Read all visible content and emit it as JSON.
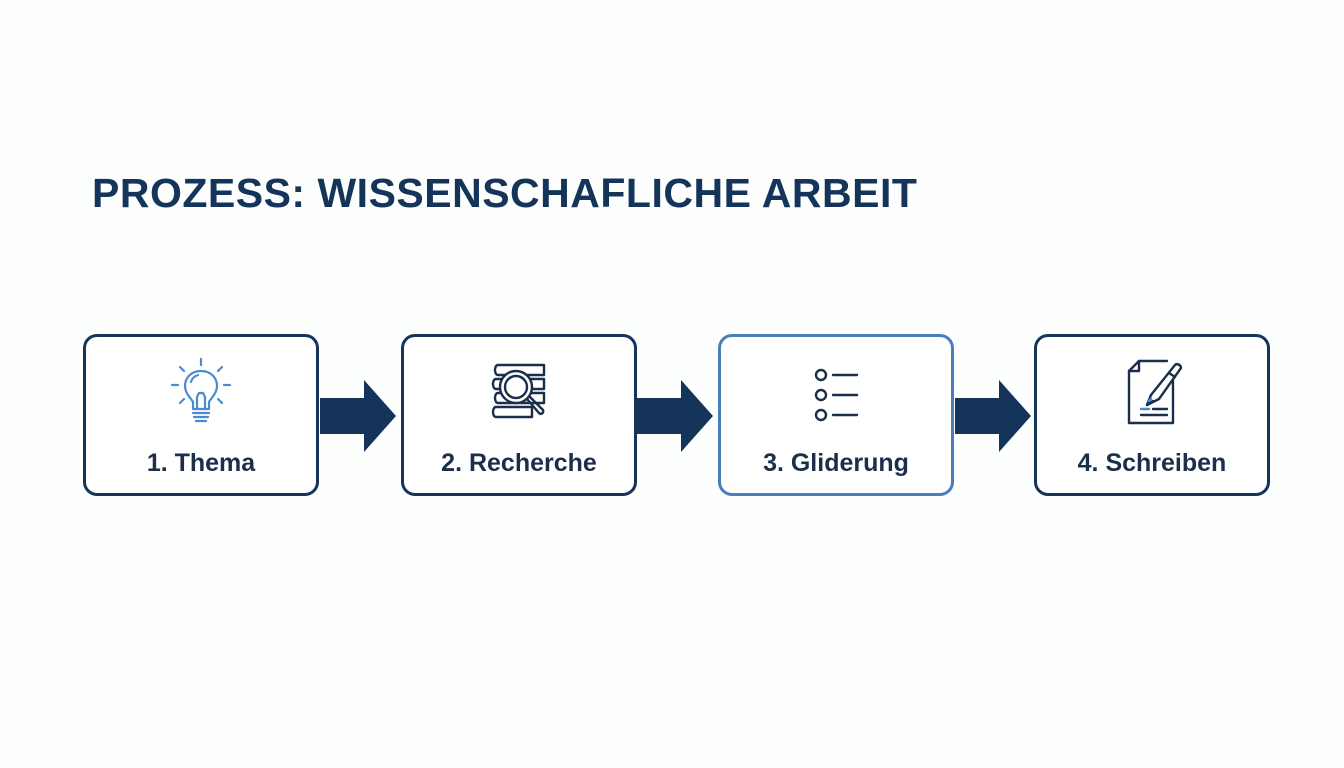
{
  "title": "PROZESS: WISSENSCHAFLICHE ARBEIT",
  "colors": {
    "primary": "#14345a",
    "accent": "#4a7ebb",
    "text": "#1b2f4b",
    "background": "#fdfefe"
  },
  "steps": [
    {
      "label": "1. Thema",
      "icon": "lightbulb-icon"
    },
    {
      "label": "2. Recherche",
      "icon": "books-magnifier-icon"
    },
    {
      "label": "3. Gliderung",
      "icon": "list-icon",
      "highlighted": true
    },
    {
      "label": "4. Schreiben",
      "icon": "document-pen-icon"
    }
  ],
  "arrows": [
    "arrow-right-icon",
    "arrow-right-icon",
    "arrow-right-icon"
  ]
}
